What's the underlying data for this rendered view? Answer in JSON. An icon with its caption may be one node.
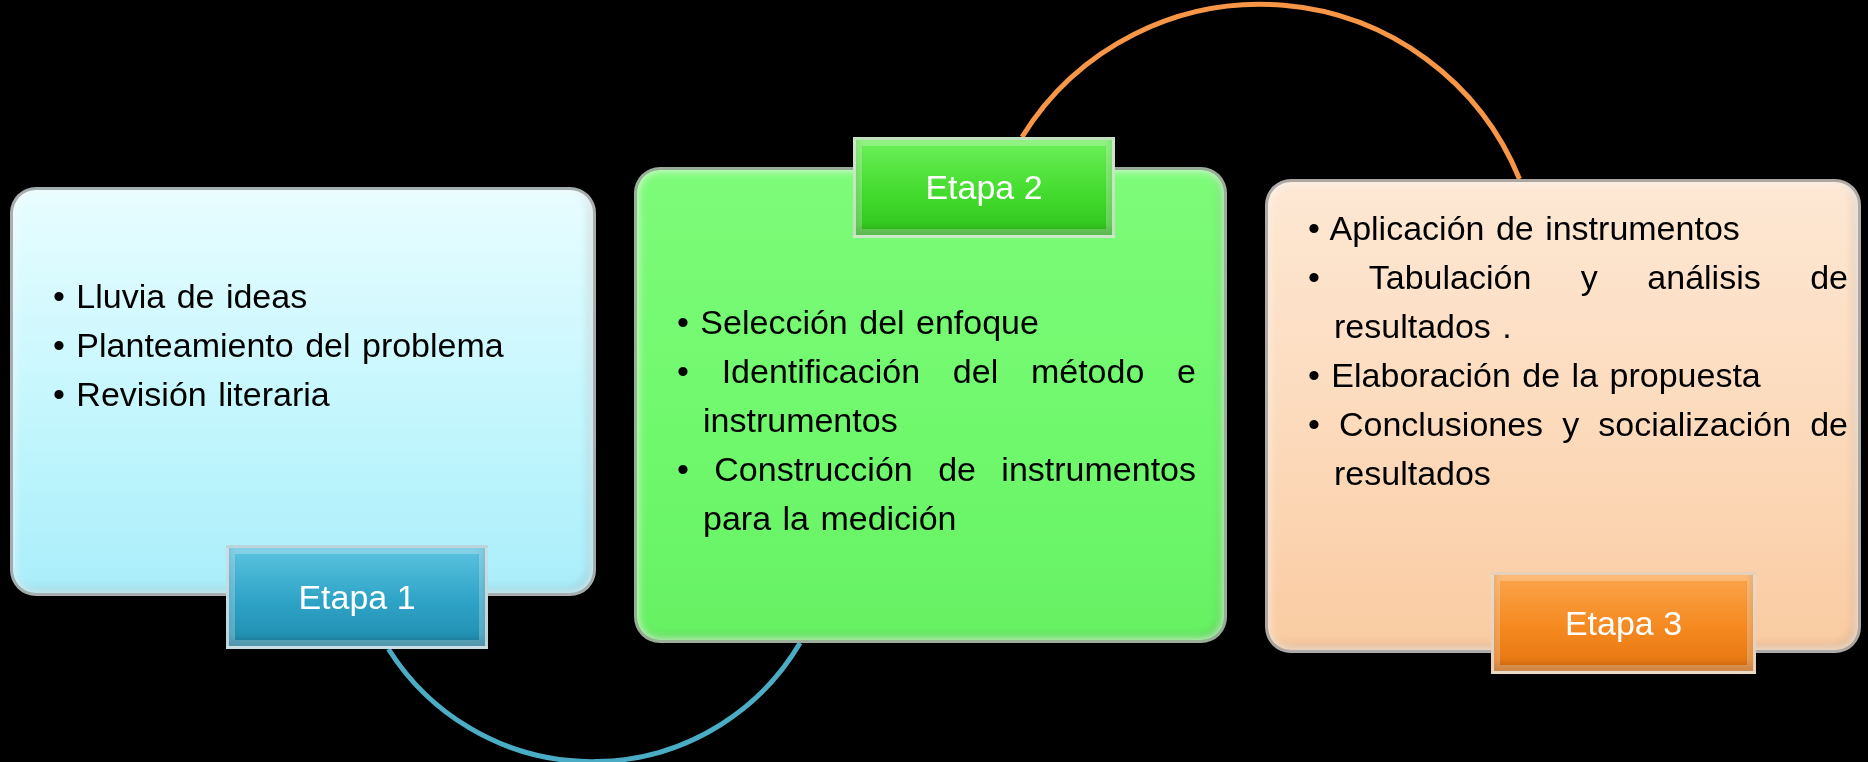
{
  "diagram": {
    "nodes": [
      {
        "text": [
          "• Lluvia de ideas",
          "• Planteamiento del problema",
          "• Revisión literaria"
        ]
      },
      {
        "text": [
          "Etapa 1"
        ]
      },
      {
        "text": [
          "• Selección del enfoque",
          "• Identificación del método e instrumentos",
          "• Construcción de instrumentos para la medición"
        ]
      },
      {
        "text": [
          "Etapa 2"
        ]
      },
      {
        "text": [
          "• Aplicación de instrumentos",
          "• Tabulación y análisis de resultados .",
          "• Elaboración de la propuesta",
          "• Conclusiones y socialización de resultados"
        ]
      },
      {
        "text": [
          "Etapa 3"
        ]
      }
    ],
    "edges": [
      {
        "from": 1,
        "to": 2,
        "arrow": "none",
        "color": "#4bacc6"
      },
      {
        "from": 3,
        "to": 4,
        "arrow": "none",
        "color": "#f79646"
      }
    ]
  }
}
